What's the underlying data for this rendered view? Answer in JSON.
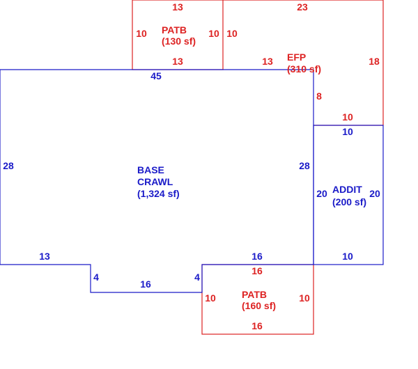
{
  "colors": {
    "red": "#dd2222",
    "blue": "#1a1ac8"
  },
  "areas": {
    "patb_top": {
      "name": "PATB",
      "size": "(130 sf)"
    },
    "efp": {
      "name": "EFP",
      "size": "(310 sf)"
    },
    "base": {
      "name1": "BASE",
      "name2": "CRAWL",
      "size": "(1,324 sf)"
    },
    "addit": {
      "name": "ADDIT",
      "size": "(200 sf)"
    },
    "patb_bottom": {
      "name": "PATB",
      "size": "(160 sf)"
    }
  },
  "dimensions": {
    "patb_top_top": "13",
    "patb_top_left": "10",
    "patb_top_right": "10",
    "patb_top_bottom": "13",
    "efp_top": "23",
    "efp_left": "10",
    "efp_right": "18",
    "efp_bottom_left": "13",
    "efp_inner_vertical": "8",
    "efp_bottom": "10",
    "base_top": "45",
    "base_left": "28",
    "base_right": "28",
    "base_bottom_left": "13",
    "base_step_left": "4",
    "base_bottom_mid": "16",
    "base_step_right": "4",
    "base_bottom_right": "16",
    "addit_top": "10",
    "addit_left": "20",
    "addit_right": "20",
    "addit_bottom": "10",
    "patb_bottom_top": "16",
    "patb_bottom_left": "10",
    "patb_bottom_right": "10",
    "patb_bottom_bottom": "16"
  }
}
